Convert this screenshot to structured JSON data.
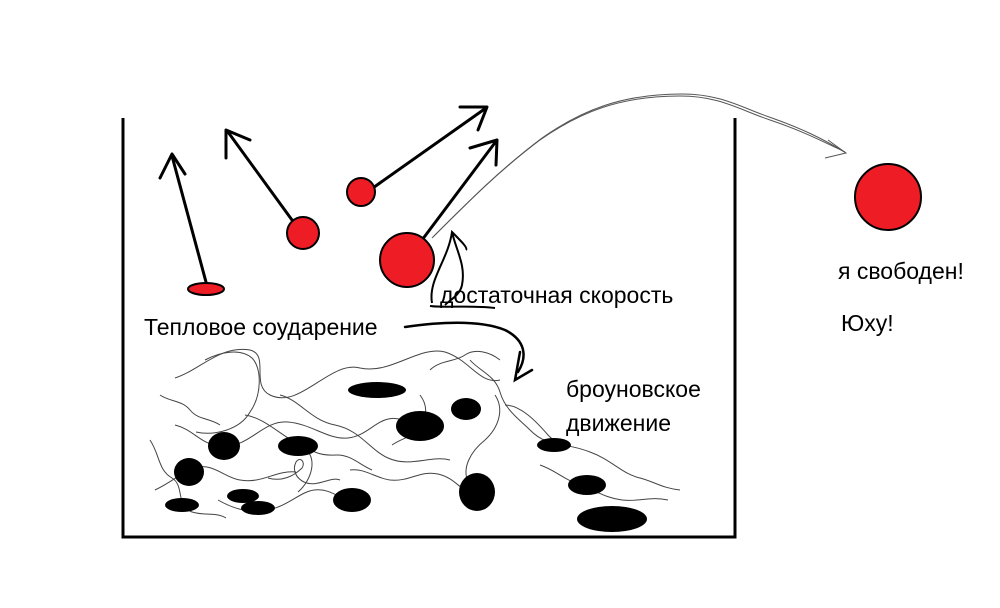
{
  "labels": {
    "sufficient_speed": "достаточная скорость",
    "thermal_collision": "Тепловое соударение",
    "brownian_motion_line1": "броуновское",
    "brownian_motion_line2": "движение",
    "free": "я свободен!",
    "yay": "Юху!"
  },
  "colors": {
    "escaping_particle": "#ee1c24",
    "bound_particle": "#000000",
    "container": "#000000",
    "trajectory": "#555555"
  }
}
